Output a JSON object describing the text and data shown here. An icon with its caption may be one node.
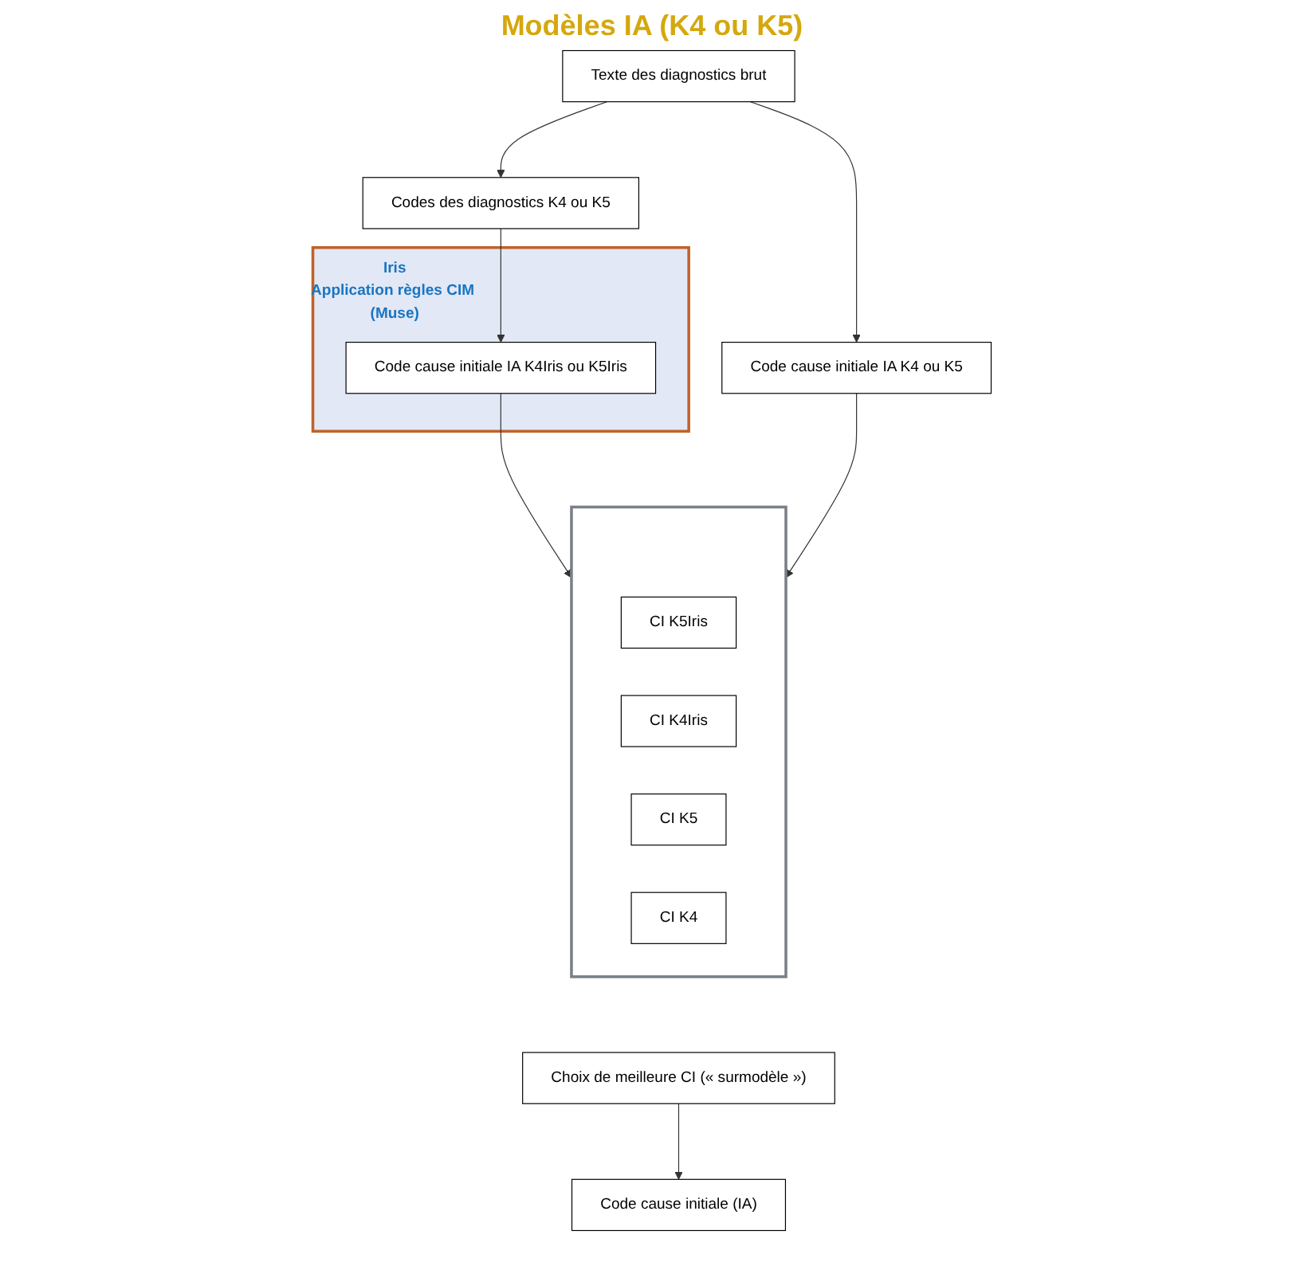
{
  "diagram": {
    "nodes": [
      {
        "text": [
          "Texte des diagnostics  brut"
        ]
      },
      {
        "text": [
          "Codes des diagnostics K4 ou K5"
        ]
      },
      {
        "text": [
          "Code cause initiale IA K4 ou K5"
        ]
      },
      {
        "text": [
          "Iris",
          "Application règles CIM (Muse)"
        ]
      },
      {
        "text": [
          "Code cause initiale IA K4Iris ou K5Iris"
        ],
        "in": 3
      },
      {
        "text": [],
        "shape": "box"
      },
      {
        "text": [
          "CI K5Iris"
        ],
        "in": 5
      },
      {
        "text": [
          "CI K4Iris"
        ],
        "in": 5
      },
      {
        "text": [
          "CI K5"
        ],
        "in": 5
      },
      {
        "text": [
          "CI K4"
        ],
        "in": 5
      },
      {
        "text": [
          "Choix de meilleure CI (« surmodèle »)"
        ]
      },
      {
        "text": [
          "Code cause initiale (IA)"
        ]
      }
    ],
    "edges": [
      {
        "from": 0,
        "to": 1,
        "arrow": "to"
      },
      {
        "from": 0,
        "to": 2,
        "arrow": "to"
      },
      {
        "from": 1,
        "to": 4,
        "arrow": "to"
      },
      {
        "from": 4,
        "to": 5,
        "arrow": "to"
      },
      {
        "from": 2,
        "to": 5,
        "arrow": "to"
      },
      {
        "from": 10,
        "to": 11,
        "arrow": "to"
      }
    ],
    "labels": [
      "Modèles IA (K4 ou K5)"
    ]
  }
}
